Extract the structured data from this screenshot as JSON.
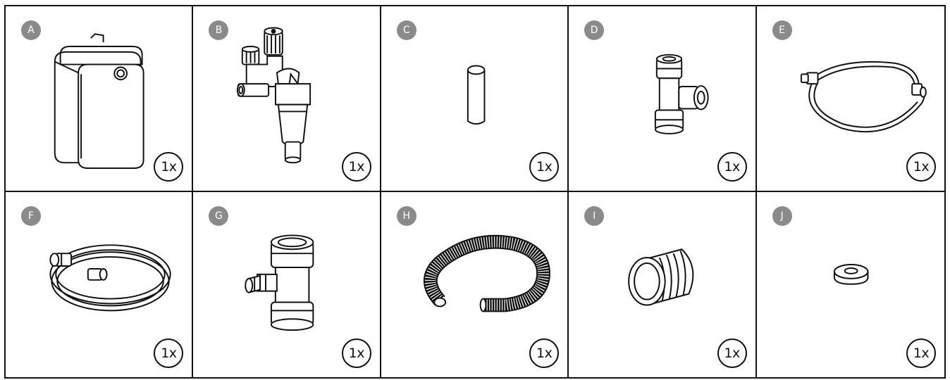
{
  "parts": [
    {
      "letter": "A",
      "quantity": "1x",
      "icon": "water-heater-icon"
    },
    {
      "letter": "B",
      "quantity": "1x",
      "icon": "safety-valve-group-icon"
    },
    {
      "letter": "C",
      "quantity": "1x",
      "icon": "pipe-sleeve-icon"
    },
    {
      "letter": "D",
      "quantity": "1x",
      "icon": "compression-tee-icon"
    },
    {
      "letter": "E",
      "quantity": "1x",
      "icon": "braided-hose-icon"
    },
    {
      "letter": "F",
      "quantity": "1x",
      "icon": "flexible-hose-icon"
    },
    {
      "letter": "G",
      "quantity": "1x",
      "icon": "drain-tee-icon"
    },
    {
      "letter": "H",
      "quantity": "1x",
      "icon": "corrugated-drain-hose-icon"
    },
    {
      "letter": "I",
      "quantity": "1x",
      "icon": "threaded-adapter-icon"
    },
    {
      "letter": "J",
      "quantity": "1x",
      "icon": "washer-icon"
    }
  ],
  "colors": {
    "badge": "#8a8a8a",
    "line": "#111111"
  }
}
